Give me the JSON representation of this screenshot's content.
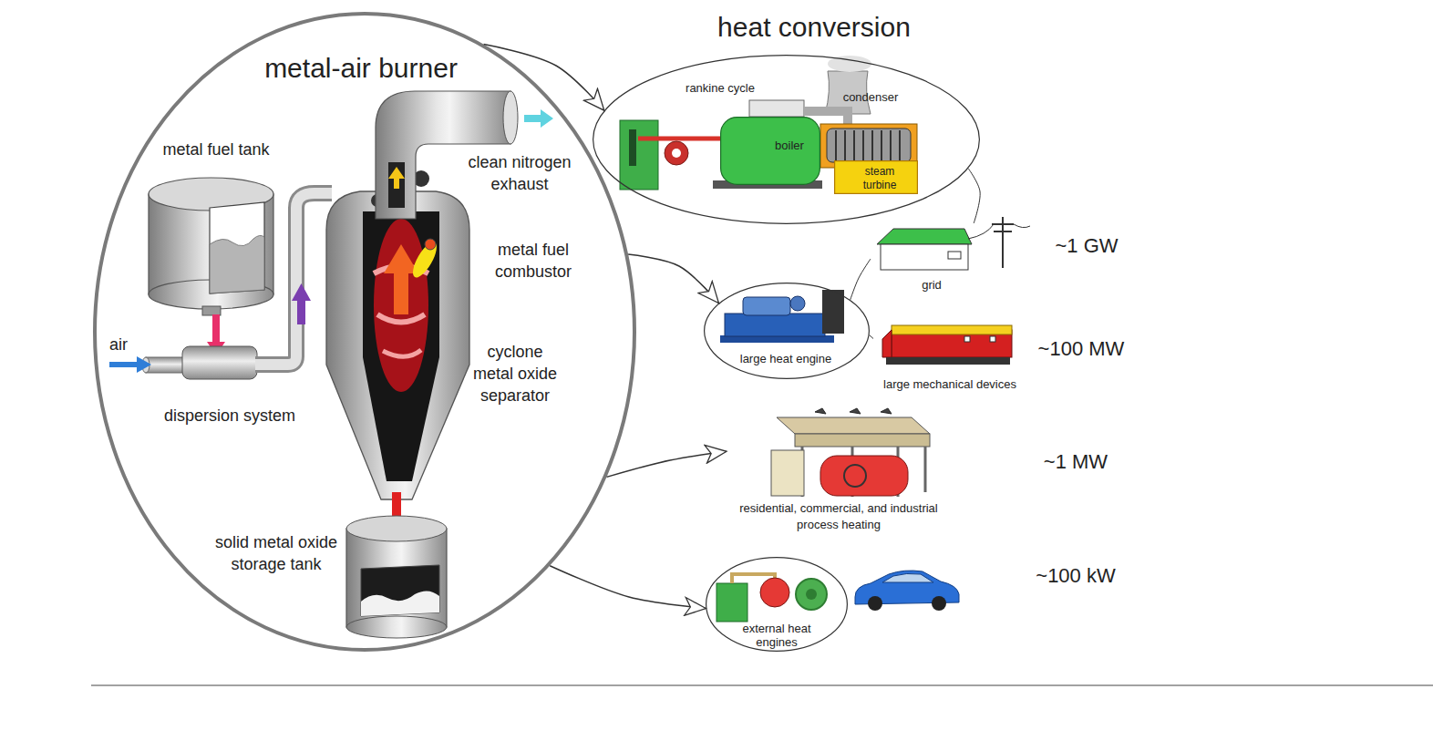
{
  "diagram": {
    "title": "heat conversion",
    "nodes": [
      {
        "text": [
          "metal-air burner"
        ]
      },
      {
        "text": [
          "rankine cycle"
        ]
      },
      {
        "text": [
          "boiler"
        ],
        "in": 1
      },
      {
        "text": [
          "steam turbine"
        ],
        "in": 1
      },
      {
        "text": [
          "grid"
        ]
      },
      {
        "text": [
          "large heat engine"
        ]
      },
      {
        "text": [
          "large mechanical devices"
        ]
      },
      {
        "text": [
          "residential, commercial, and industrial process heating"
        ]
      },
      {
        "text": [
          "external heat engines"
        ]
      }
    ],
    "edges": [
      {
        "from": 0,
        "to": 1,
        "arrow": "to"
      },
      {
        "from": 0,
        "to": 5,
        "arrow": "to"
      },
      {
        "from": 0,
        "to": 7,
        "arrow": "to"
      },
      {
        "from": 0,
        "to": 8,
        "arrow": "to"
      },
      {
        "from": 1,
        "to": 4,
        "arrow": "none"
      },
      {
        "from": 5,
        "to": 4,
        "arrow": "none"
      },
      {
        "from": 5,
        "to": 6,
        "arrow": "none"
      }
    ],
    "labels": [
      "metal fuel tank",
      "air",
      "dispersion system",
      "clean nitrogen exhaust",
      "metal fuel combustor",
      "cyclone metal oxide separator",
      "solid metal oxide storage tank",
      "condenser",
      "~1 GW",
      "~100 MW",
      "~1 MW",
      "~100 kW"
    ]
  }
}
